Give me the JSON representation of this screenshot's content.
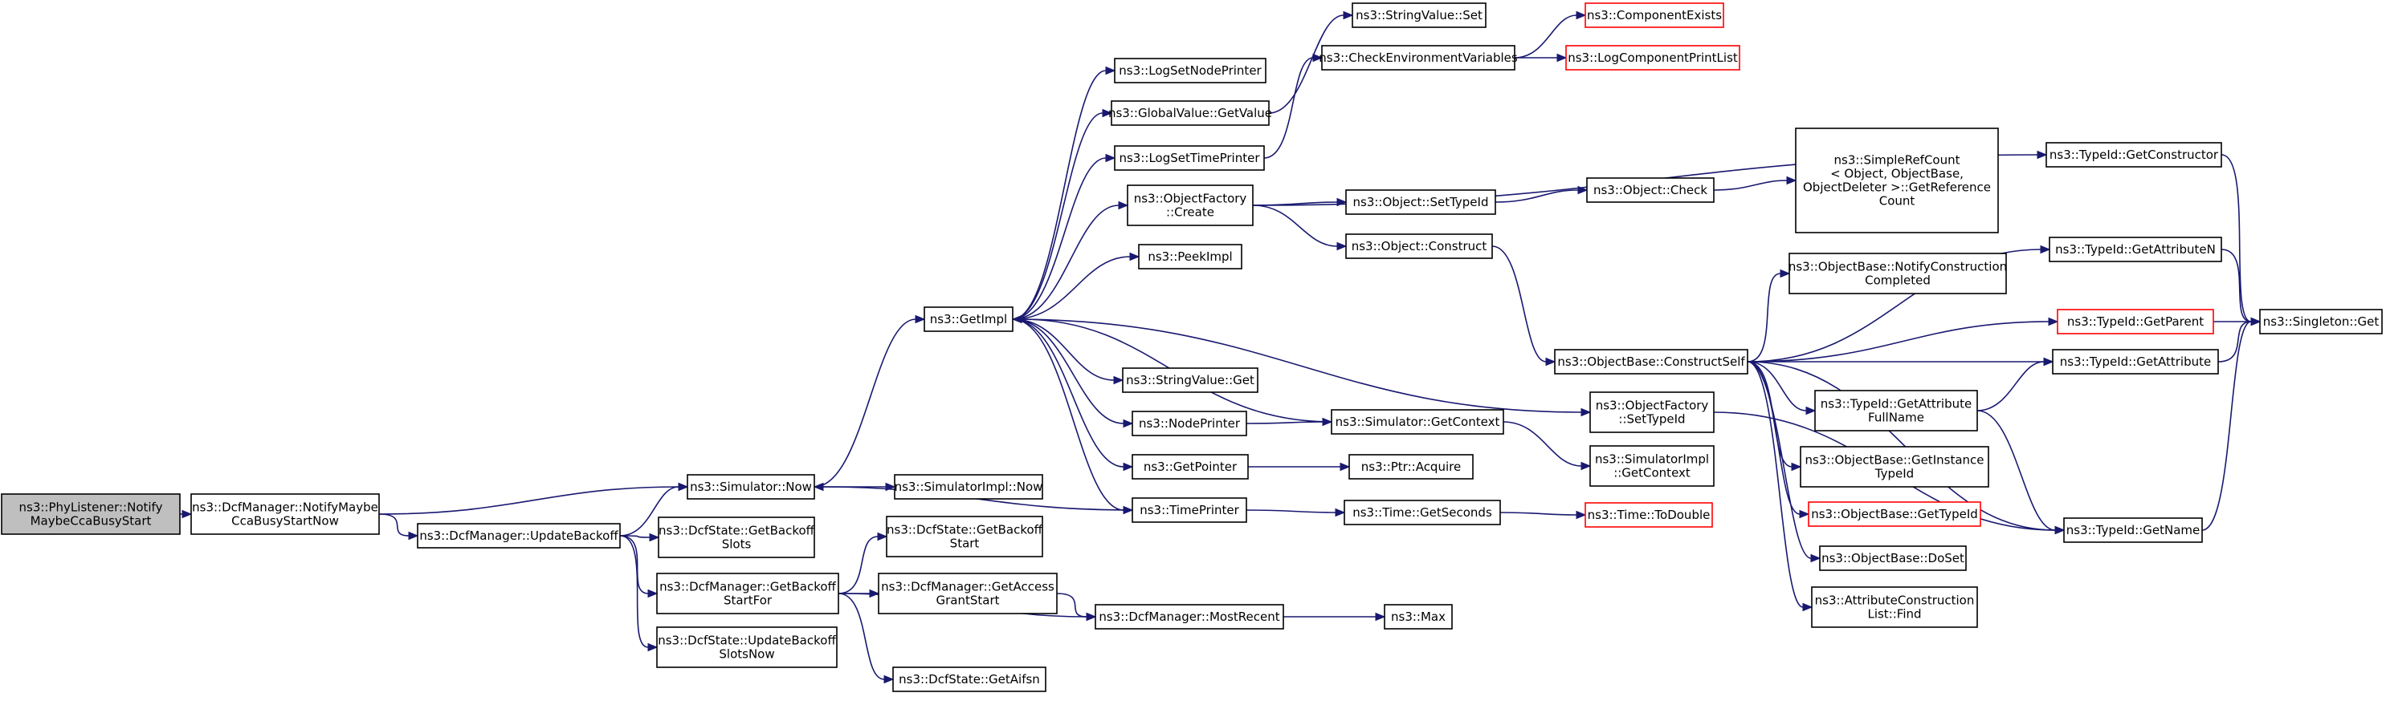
{
  "colors": {
    "edge": "#191970",
    "node_border": "#000000",
    "node_border_missing": "#ff0000",
    "root_fill": "#bfbfbf",
    "node_fill": "#ffffff"
  },
  "nodes": [
    {
      "id": "n0",
      "lines": [
        "ns3::PhyListener::Notify",
        "MaybeCcaBusyStart"
      ],
      "style": "root"
    },
    {
      "id": "n1",
      "lines": [
        "ns3::DcfManager::NotifyMaybe",
        "CcaBusyStartNow"
      ],
      "style": "normal"
    },
    {
      "id": "n2",
      "lines": [
        "ns3::Simulator::Now"
      ],
      "style": "normal"
    },
    {
      "id": "n3",
      "lines": [
        "ns3::DcfManager::UpdateBackoff"
      ],
      "style": "normal"
    },
    {
      "id": "n4",
      "lines": [
        "ns3::GetImpl"
      ],
      "style": "normal"
    },
    {
      "id": "n5",
      "lines": [
        "ns3::SimulatorImpl::Now"
      ],
      "style": "normal"
    },
    {
      "id": "n6",
      "lines": [
        "ns3::LogSetNodePrinter"
      ],
      "style": "normal"
    },
    {
      "id": "n7",
      "lines": [
        "ns3::GlobalValue::GetValue"
      ],
      "style": "normal"
    },
    {
      "id": "n8",
      "lines": [
        "ns3::LogSetTimePrinter"
      ],
      "style": "normal"
    },
    {
      "id": "n9",
      "lines": [
        "ns3::ObjectFactory",
        "::Create"
      ],
      "style": "normal"
    },
    {
      "id": "n10",
      "lines": [
        "ns3::PeekImpl"
      ],
      "style": "normal"
    },
    {
      "id": "n11",
      "lines": [
        "ns3::StringValue::Get"
      ],
      "style": "normal"
    },
    {
      "id": "n12",
      "lines": [
        "ns3::NodePrinter"
      ],
      "style": "normal"
    },
    {
      "id": "n13",
      "lines": [
        "ns3::GetPointer"
      ],
      "style": "normal"
    },
    {
      "id": "n14",
      "lines": [
        "ns3::TimePrinter"
      ],
      "style": "normal"
    },
    {
      "id": "n15",
      "lines": [
        "ns3::StringValue::Set"
      ],
      "style": "normal"
    },
    {
      "id": "n16",
      "lines": [
        "ns3::CheckEnvironmentVariables"
      ],
      "style": "normal"
    },
    {
      "id": "n17",
      "lines": [
        "ns3::ComponentExists"
      ],
      "style": "red"
    },
    {
      "id": "n18",
      "lines": [
        "ns3::LogComponentPrintList"
      ],
      "style": "red"
    },
    {
      "id": "n19",
      "lines": [
        "ns3::TypeId::GetConstructor"
      ],
      "style": "normal"
    },
    {
      "id": "n20",
      "lines": [
        "ns3::Object::SetTypeId"
      ],
      "style": "normal"
    },
    {
      "id": "n21",
      "lines": [
        "ns3::Object::Check"
      ],
      "style": "normal"
    },
    {
      "id": "n22",
      "lines": [
        "ns3::SimpleRefCount",
        "< Object, ObjectBase,",
        "ObjectDeleter >::GetReference",
        "Count"
      ],
      "style": "normal"
    },
    {
      "id": "n23",
      "lines": [
        "ns3::Object::Construct"
      ],
      "style": "normal"
    },
    {
      "id": "n24",
      "lines": [
        "ns3::ObjectBase::ConstructSelf"
      ],
      "style": "normal"
    },
    {
      "id": "n25",
      "lines": [
        "ns3::ObjectBase::NotifyConstruction",
        "Completed"
      ],
      "style": "normal"
    },
    {
      "id": "n26",
      "lines": [
        "ns3::TypeId::GetAttributeN"
      ],
      "style": "normal"
    },
    {
      "id": "n27",
      "lines": [
        "ns3::TypeId::GetParent"
      ],
      "style": "red"
    },
    {
      "id": "n28",
      "lines": [
        "ns3::Singleton::Get"
      ],
      "style": "normal"
    },
    {
      "id": "n29",
      "lines": [
        "ns3::TypeId::GetAttribute"
      ],
      "style": "normal"
    },
    {
      "id": "n30",
      "lines": [
        "ns3::TypeId::GetAttribute",
        "FullName"
      ],
      "style": "normal"
    },
    {
      "id": "n31",
      "lines": [
        "ns3::TypeId::GetName"
      ],
      "style": "normal"
    },
    {
      "id": "n32",
      "lines": [
        "ns3::ObjectBase::GetInstance",
        "TypeId"
      ],
      "style": "normal"
    },
    {
      "id": "n33",
      "lines": [
        "ns3::ObjectBase::GetTypeId"
      ],
      "style": "red"
    },
    {
      "id": "n34",
      "lines": [
        "ns3::ObjectBase::DoSet"
      ],
      "style": "normal"
    },
    {
      "id": "n35",
      "lines": [
        "ns3::AttributeConstruction",
        "List::Find"
      ],
      "style": "normal"
    },
    {
      "id": "n36",
      "lines": [
        "ns3::ObjectFactory",
        "::SetTypeId"
      ],
      "style": "normal"
    },
    {
      "id": "n37",
      "lines": [
        "ns3::Simulator::GetContext"
      ],
      "style": "normal"
    },
    {
      "id": "n38",
      "lines": [
        "ns3::SimulatorImpl",
        "::GetContext"
      ],
      "style": "normal"
    },
    {
      "id": "n39",
      "lines": [
        "ns3::Ptr::Acquire"
      ],
      "style": "normal"
    },
    {
      "id": "n40",
      "lines": [
        "ns3::Time::GetSeconds"
      ],
      "style": "normal"
    },
    {
      "id": "n41",
      "lines": [
        "ns3::Time::ToDouble"
      ],
      "style": "red"
    },
    {
      "id": "n42",
      "lines": [
        "ns3::DcfState::GetBackoff",
        "Slots"
      ],
      "style": "normal"
    },
    {
      "id": "n43",
      "lines": [
        "ns3::DcfManager::GetBackoff",
        "StartFor"
      ],
      "style": "normal"
    },
    {
      "id": "n44",
      "lines": [
        "ns3::DcfState::UpdateBackoff",
        "SlotsNow"
      ],
      "style": "normal"
    },
    {
      "id": "n45",
      "lines": [
        "ns3::DcfState::GetBackoff",
        "Start"
      ],
      "style": "normal"
    },
    {
      "id": "n46",
      "lines": [
        "ns3::DcfManager::GetAccess",
        "GrantStart"
      ],
      "style": "normal"
    },
    {
      "id": "n47",
      "lines": [
        "ns3::DcfManager::MostRecent"
      ],
      "style": "normal"
    },
    {
      "id": "n48",
      "lines": [
        "ns3::DcfState::GetAifsn"
      ],
      "style": "normal"
    },
    {
      "id": "n49",
      "lines": [
        "ns3::Max"
      ],
      "style": "normal"
    }
  ],
  "edges": [
    [
      "n0",
      "n1"
    ],
    [
      "n1",
      "n2"
    ],
    [
      "n1",
      "n3"
    ],
    [
      "n2",
      "n4"
    ],
    [
      "n2",
      "n5"
    ],
    [
      "n3",
      "n2"
    ],
    [
      "n3",
      "n42"
    ],
    [
      "n3",
      "n43"
    ],
    [
      "n3",
      "n44"
    ],
    [
      "n4",
      "n6"
    ],
    [
      "n4",
      "n7"
    ],
    [
      "n4",
      "n8"
    ],
    [
      "n4",
      "n9"
    ],
    [
      "n4",
      "n10"
    ],
    [
      "n4",
      "n11"
    ],
    [
      "n4",
      "n12"
    ],
    [
      "n4",
      "n13"
    ],
    [
      "n4",
      "n14"
    ],
    [
      "n4",
      "n36"
    ],
    [
      "n7",
      "n15"
    ],
    [
      "n8",
      "n16"
    ],
    [
      "n16",
      "n17"
    ],
    [
      "n16",
      "n18"
    ],
    [
      "n9",
      "n19"
    ],
    [
      "n9",
      "n20"
    ],
    [
      "n9",
      "n23"
    ],
    [
      "n20",
      "n21"
    ],
    [
      "n21",
      "n22"
    ],
    [
      "n23",
      "n24"
    ],
    [
      "n24",
      "n25"
    ],
    [
      "n24",
      "n26"
    ],
    [
      "n24",
      "n27"
    ],
    [
      "n24",
      "n29"
    ],
    [
      "n24",
      "n30"
    ],
    [
      "n24",
      "n31"
    ],
    [
      "n24",
      "n32"
    ],
    [
      "n24",
      "n33"
    ],
    [
      "n24",
      "n34"
    ],
    [
      "n24",
      "n35"
    ],
    [
      "n19",
      "n28"
    ],
    [
      "n26",
      "n28"
    ],
    [
      "n27",
      "n28"
    ],
    [
      "n29",
      "n28"
    ],
    [
      "n30",
      "n29"
    ],
    [
      "n30",
      "n31"
    ],
    [
      "n31",
      "n28"
    ],
    [
      "n36",
      "n31"
    ],
    [
      "n12",
      "n37"
    ],
    [
      "n37",
      "n4"
    ],
    [
      "n37",
      "n38"
    ],
    [
      "n13",
      "n39"
    ],
    [
      "n14",
      "n2"
    ],
    [
      "n14",
      "n40"
    ],
    [
      "n40",
      "n41"
    ],
    [
      "n43",
      "n45"
    ],
    [
      "n43",
      "n46"
    ],
    [
      "n43",
      "n47"
    ],
    [
      "n43",
      "n48"
    ],
    [
      "n46",
      "n47"
    ],
    [
      "n47",
      "n49"
    ]
  ]
}
